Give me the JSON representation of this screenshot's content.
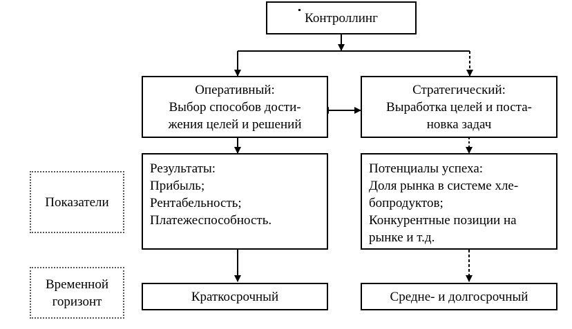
{
  "top": {
    "title": "Контроллинг"
  },
  "operative": {
    "lines": [
      "Оперативный:",
      "Выбор способов дости-",
      "жения целей и решений"
    ]
  },
  "strategic": {
    "lines": [
      "Стратегический:",
      "Выработка целей и поста-",
      "новка задач"
    ]
  },
  "results": {
    "lines": [
      "Результаты:",
      "Прибыль;",
      "Рентабельность;",
      "Платежеспособность."
    ]
  },
  "potentials": {
    "lines": [
      "Потенциалы успеха:",
      "Доля рынка в системе хле-",
      "бопродуктов;",
      "Конкурентные позиции на",
      "рынке и т.д."
    ]
  },
  "labels": {
    "indicators": "Показатели",
    "horizon_line1": "Временной",
    "horizon_line2": "горизонт"
  },
  "horizons": {
    "short": "Краткосрочный",
    "long": "Средне- и долгосрочный"
  }
}
